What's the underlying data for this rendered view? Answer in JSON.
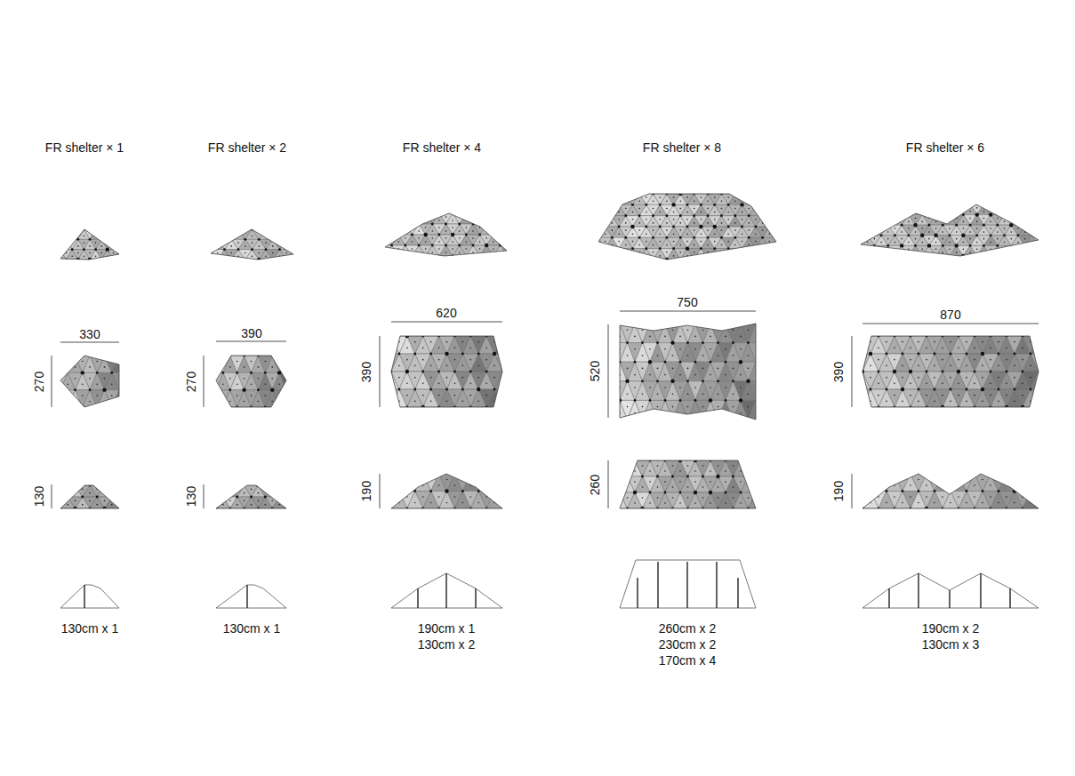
{
  "diagram": {
    "labels": [
      "FR shelter × 1",
      "330",
      "270",
      "130",
      "130cm x 1",
      "FR shelter × 2",
      "390",
      "270",
      "130",
      "130cm x 1",
      "FR shelter × 4",
      "620",
      "390",
      "190",
      "190cm x 1",
      "130cm x 2",
      "FR shelter × 8",
      "750",
      "520",
      "260",
      "260cm x 2",
      "230cm x 2",
      "170cm x 4",
      "FR shelter × 6",
      "870",
      "390",
      "190",
      "190cm x 2",
      "130cm x 3"
    ]
  }
}
